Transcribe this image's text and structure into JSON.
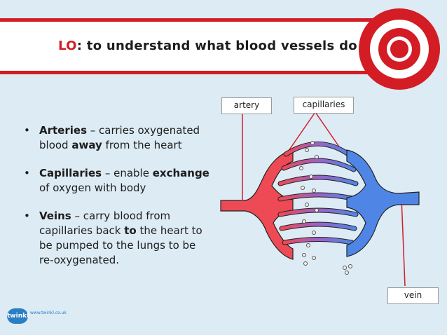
{
  "slide": {
    "title_lo": "LO",
    "title_rest": ": to understand what blood vessels do"
  },
  "bullets": [
    {
      "term": "Arteries",
      "text1": " – carries oxygenated blood ",
      "bold2": "away",
      "text2": " from the heart"
    },
    {
      "term": "Capillaries",
      "text1": " – enable ",
      "bold2": "exchange",
      "text2": " of oxygen with body"
    },
    {
      "term": "Veins",
      "text1": " – carry blood from capillaries back ",
      "bold2": "to",
      "text2": " the heart to be pumped to the lungs to be re-oxygenated."
    }
  ],
  "labels": {
    "artery": "artery",
    "capillaries": "capillaries",
    "vein": "vein"
  },
  "logo": {
    "name": "twinkl",
    "url": "www.twinkl.co.uk"
  },
  "colors": {
    "accent_red": "#d41c24",
    "background": "#dcebf4",
    "artery_red": "#ee4a55",
    "vein_blue": "#4f86e6"
  },
  "bullet_symbol": "•"
}
